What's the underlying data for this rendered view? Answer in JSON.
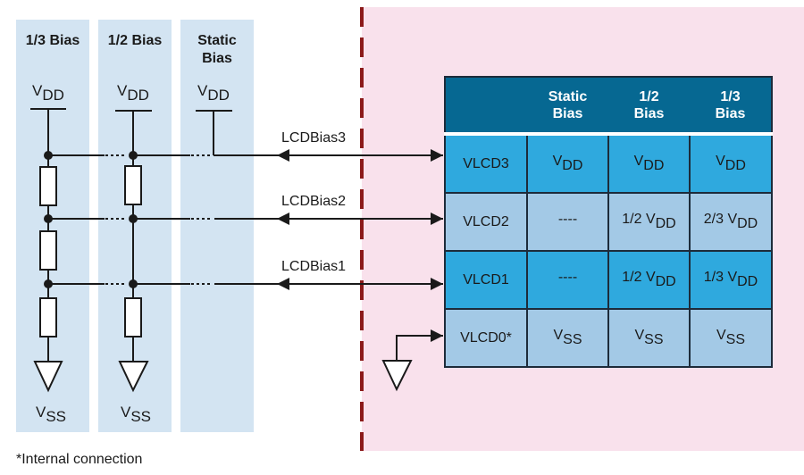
{
  "columns": [
    {
      "title": "1/3 Bias"
    },
    {
      "title": "1/2 Bias"
    },
    {
      "title": "Static\nBias",
      "title_line1": "Static",
      "title_line2": "Bias"
    }
  ],
  "supply": {
    "vdd_main": "V",
    "vdd_sub": "DD",
    "vss_main": "V",
    "vss_sub": "SS"
  },
  "bias_lines": [
    {
      "label": "LCDBias3"
    },
    {
      "label": "LCDBias2"
    },
    {
      "label": "LCDBias1"
    }
  ],
  "table": {
    "headers": [
      {
        "line1": "",
        "line2": ""
      },
      {
        "line1": "Static",
        "line2": "Bias"
      },
      {
        "line1": "1/2",
        "line2": "Bias"
      },
      {
        "line1": "1/3",
        "line2": "Bias"
      }
    ],
    "rows": [
      {
        "name": "VLCD3",
        "cells": [
          {
            "prefix": "",
            "main": "V",
            "sub": "DD"
          },
          {
            "prefix": "",
            "main": "V",
            "sub": "DD"
          },
          {
            "prefix": "",
            "main": "V",
            "sub": "DD"
          }
        ]
      },
      {
        "name": "VLCD2",
        "cells": [
          {
            "prefix": "----",
            "main": "",
            "sub": ""
          },
          {
            "prefix": "1/2 ",
            "main": "V",
            "sub": "DD"
          },
          {
            "prefix": "2/3 ",
            "main": "V",
            "sub": "DD"
          }
        ]
      },
      {
        "name": "VLCD1",
        "cells": [
          {
            "prefix": "----",
            "main": "",
            "sub": ""
          },
          {
            "prefix": "1/2 ",
            "main": "V",
            "sub": "DD"
          },
          {
            "prefix": "1/3 ",
            "main": "V",
            "sub": "DD"
          }
        ]
      },
      {
        "name": "VLCD0*",
        "cells": [
          {
            "prefix": "",
            "main": "V",
            "sub": "SS"
          },
          {
            "prefix": "",
            "main": "V",
            "sub": "SS"
          },
          {
            "prefix": "",
            "main": "V",
            "sub": "SS"
          }
        ]
      }
    ]
  },
  "colors": {
    "panel_blue": "#d3e4f2",
    "internal_pink": "#f9e1ec",
    "divider_red": "#8b1a1a",
    "header_blue": "#066892",
    "row_dark": "#2fa9de",
    "row_light": "#a3c9e6"
  },
  "footnote": "*Internal connection"
}
